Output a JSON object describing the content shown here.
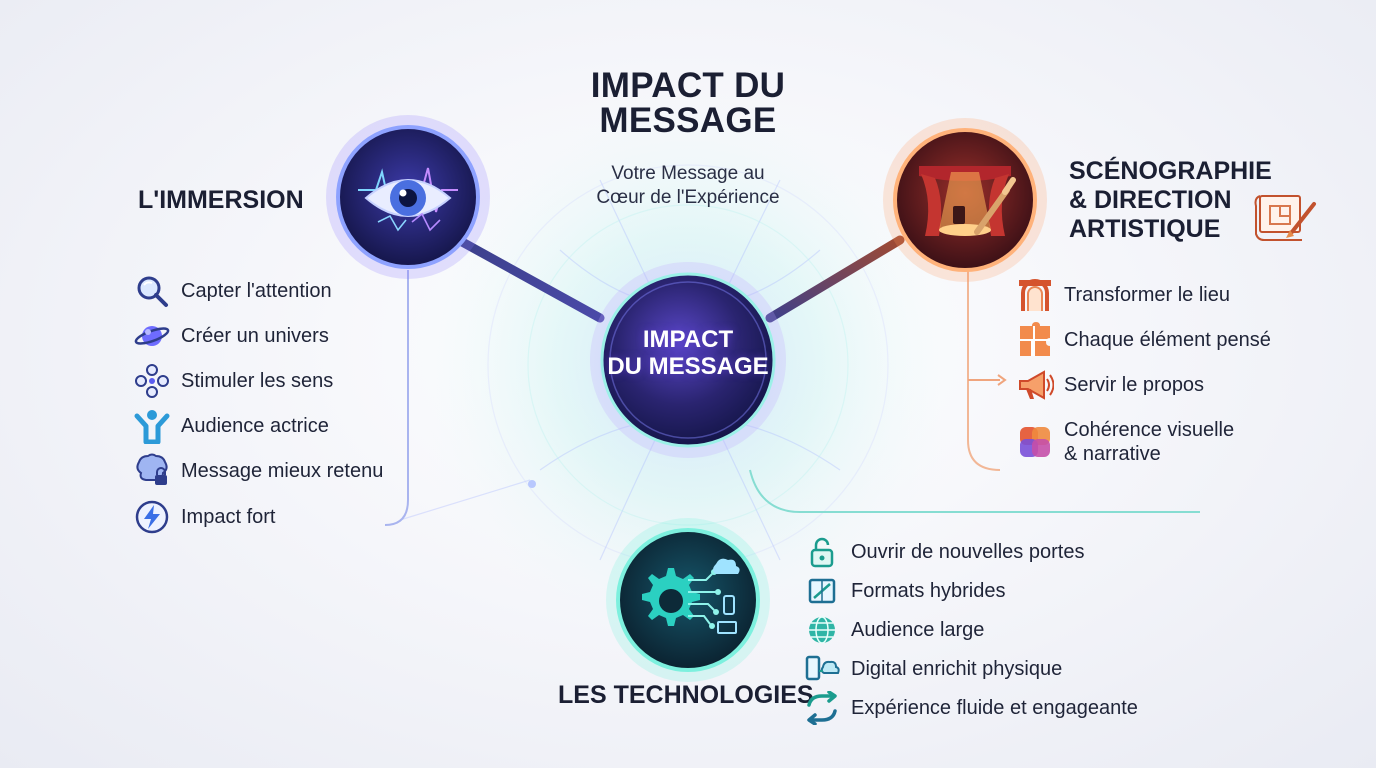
{
  "header": {
    "title_line1": "IMPACT DU",
    "title_line2": "MESSAGE",
    "subtitle_line1": "Votre Message au",
    "subtitle_line2": "Cœur de l'Expérience"
  },
  "center": {
    "label_line1": "IMPACT",
    "label_line2": "DU MESSAGE"
  },
  "immersion": {
    "title": "L'IMMERSION",
    "items": [
      {
        "label": "Capter l'attention",
        "icon": "magnifier-icon"
      },
      {
        "label": "Créer un univers",
        "icon": "planet-icon"
      },
      {
        "label": "Stimuler les sens",
        "icon": "senses-icon"
      },
      {
        "label": "Audience actrice",
        "icon": "person-raising-arms-icon"
      },
      {
        "label": "Message mieux retenu",
        "icon": "brain-lock-icon"
      },
      {
        "label": "Impact fort",
        "icon": "lightning-icon"
      }
    ]
  },
  "scenographie": {
    "title_line1": "SCÉNOGRAPHIE",
    "title_line2": "& DIRECTION",
    "title_line3": "ARTISTIQUE",
    "items": [
      {
        "label": "Transformer le lieu",
        "icon": "arch-icon"
      },
      {
        "label": "Chaque élément pensé",
        "icon": "puzzle-icon"
      },
      {
        "label": "Servir le propos",
        "icon": "megaphone-icon"
      },
      {
        "label_line1": "Cohérence visuelle",
        "label_line2": "& narrative",
        "icon": "interlaced-shapes-icon"
      }
    ]
  },
  "technologies": {
    "title": "LES TECHNOLOGIES",
    "items": [
      {
        "label": "Ouvrir de nouvelles portes",
        "icon": "unlock-icon"
      },
      {
        "label": "Formats hybrides",
        "icon": "hybrid-format-icon"
      },
      {
        "label": "Audience large",
        "icon": "globe-icon"
      },
      {
        "label": "Digital enrichit physique",
        "icon": "devices-cloud-icon"
      },
      {
        "label": "Expérience fluide et engageante",
        "icon": "sync-arrows-icon"
      }
    ]
  },
  "colors": {
    "immersion": "#4a3fd0",
    "scenographie": "#e0682c",
    "technologies": "#1fb8a8",
    "center": "#3a2c8f"
  }
}
